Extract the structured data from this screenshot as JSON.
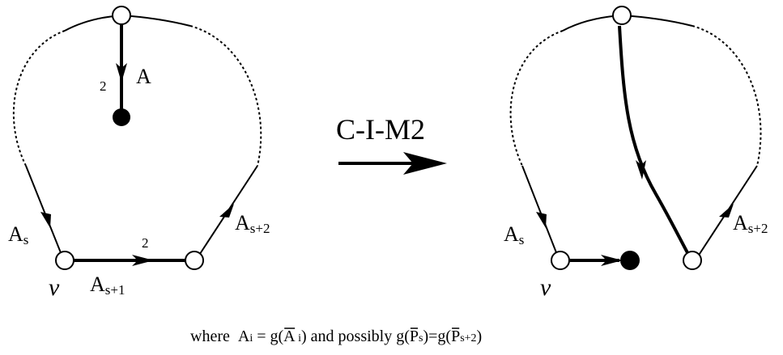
{
  "left": {
    "edge_a": {
      "label": "A",
      "mult": "2"
    },
    "edge_as": {
      "label": "A",
      "sub": "s"
    },
    "edge_as1": {
      "label": "A",
      "sub": "s+1",
      "mult": "2"
    },
    "edge_as2": {
      "label": "A",
      "sub": "s+2"
    },
    "vertex_v": "v"
  },
  "transform": {
    "label": "C-I-M2"
  },
  "right": {
    "edge_as": {
      "label": "A",
      "sub": "s"
    },
    "edge_as2": {
      "label": "A",
      "sub": "s+2"
    },
    "vertex_v": "v"
  },
  "caption": {
    "where": "where",
    "ai_main": "A",
    "ai_sub": "i",
    "eq_g": " = g(",
    "abar": "A",
    "abar_sub": " i",
    "and_possibly": ") and possibly g(",
    "ps": "P",
    "ps_sub": "s",
    "eq2": ")=g(",
    "ps2": "P",
    "ps2_sub": "s+2",
    "close": ")"
  },
  "colors": {
    "stroke": "#000000",
    "fill_open": "#ffffff",
    "fill_solid": "#000000"
  }
}
